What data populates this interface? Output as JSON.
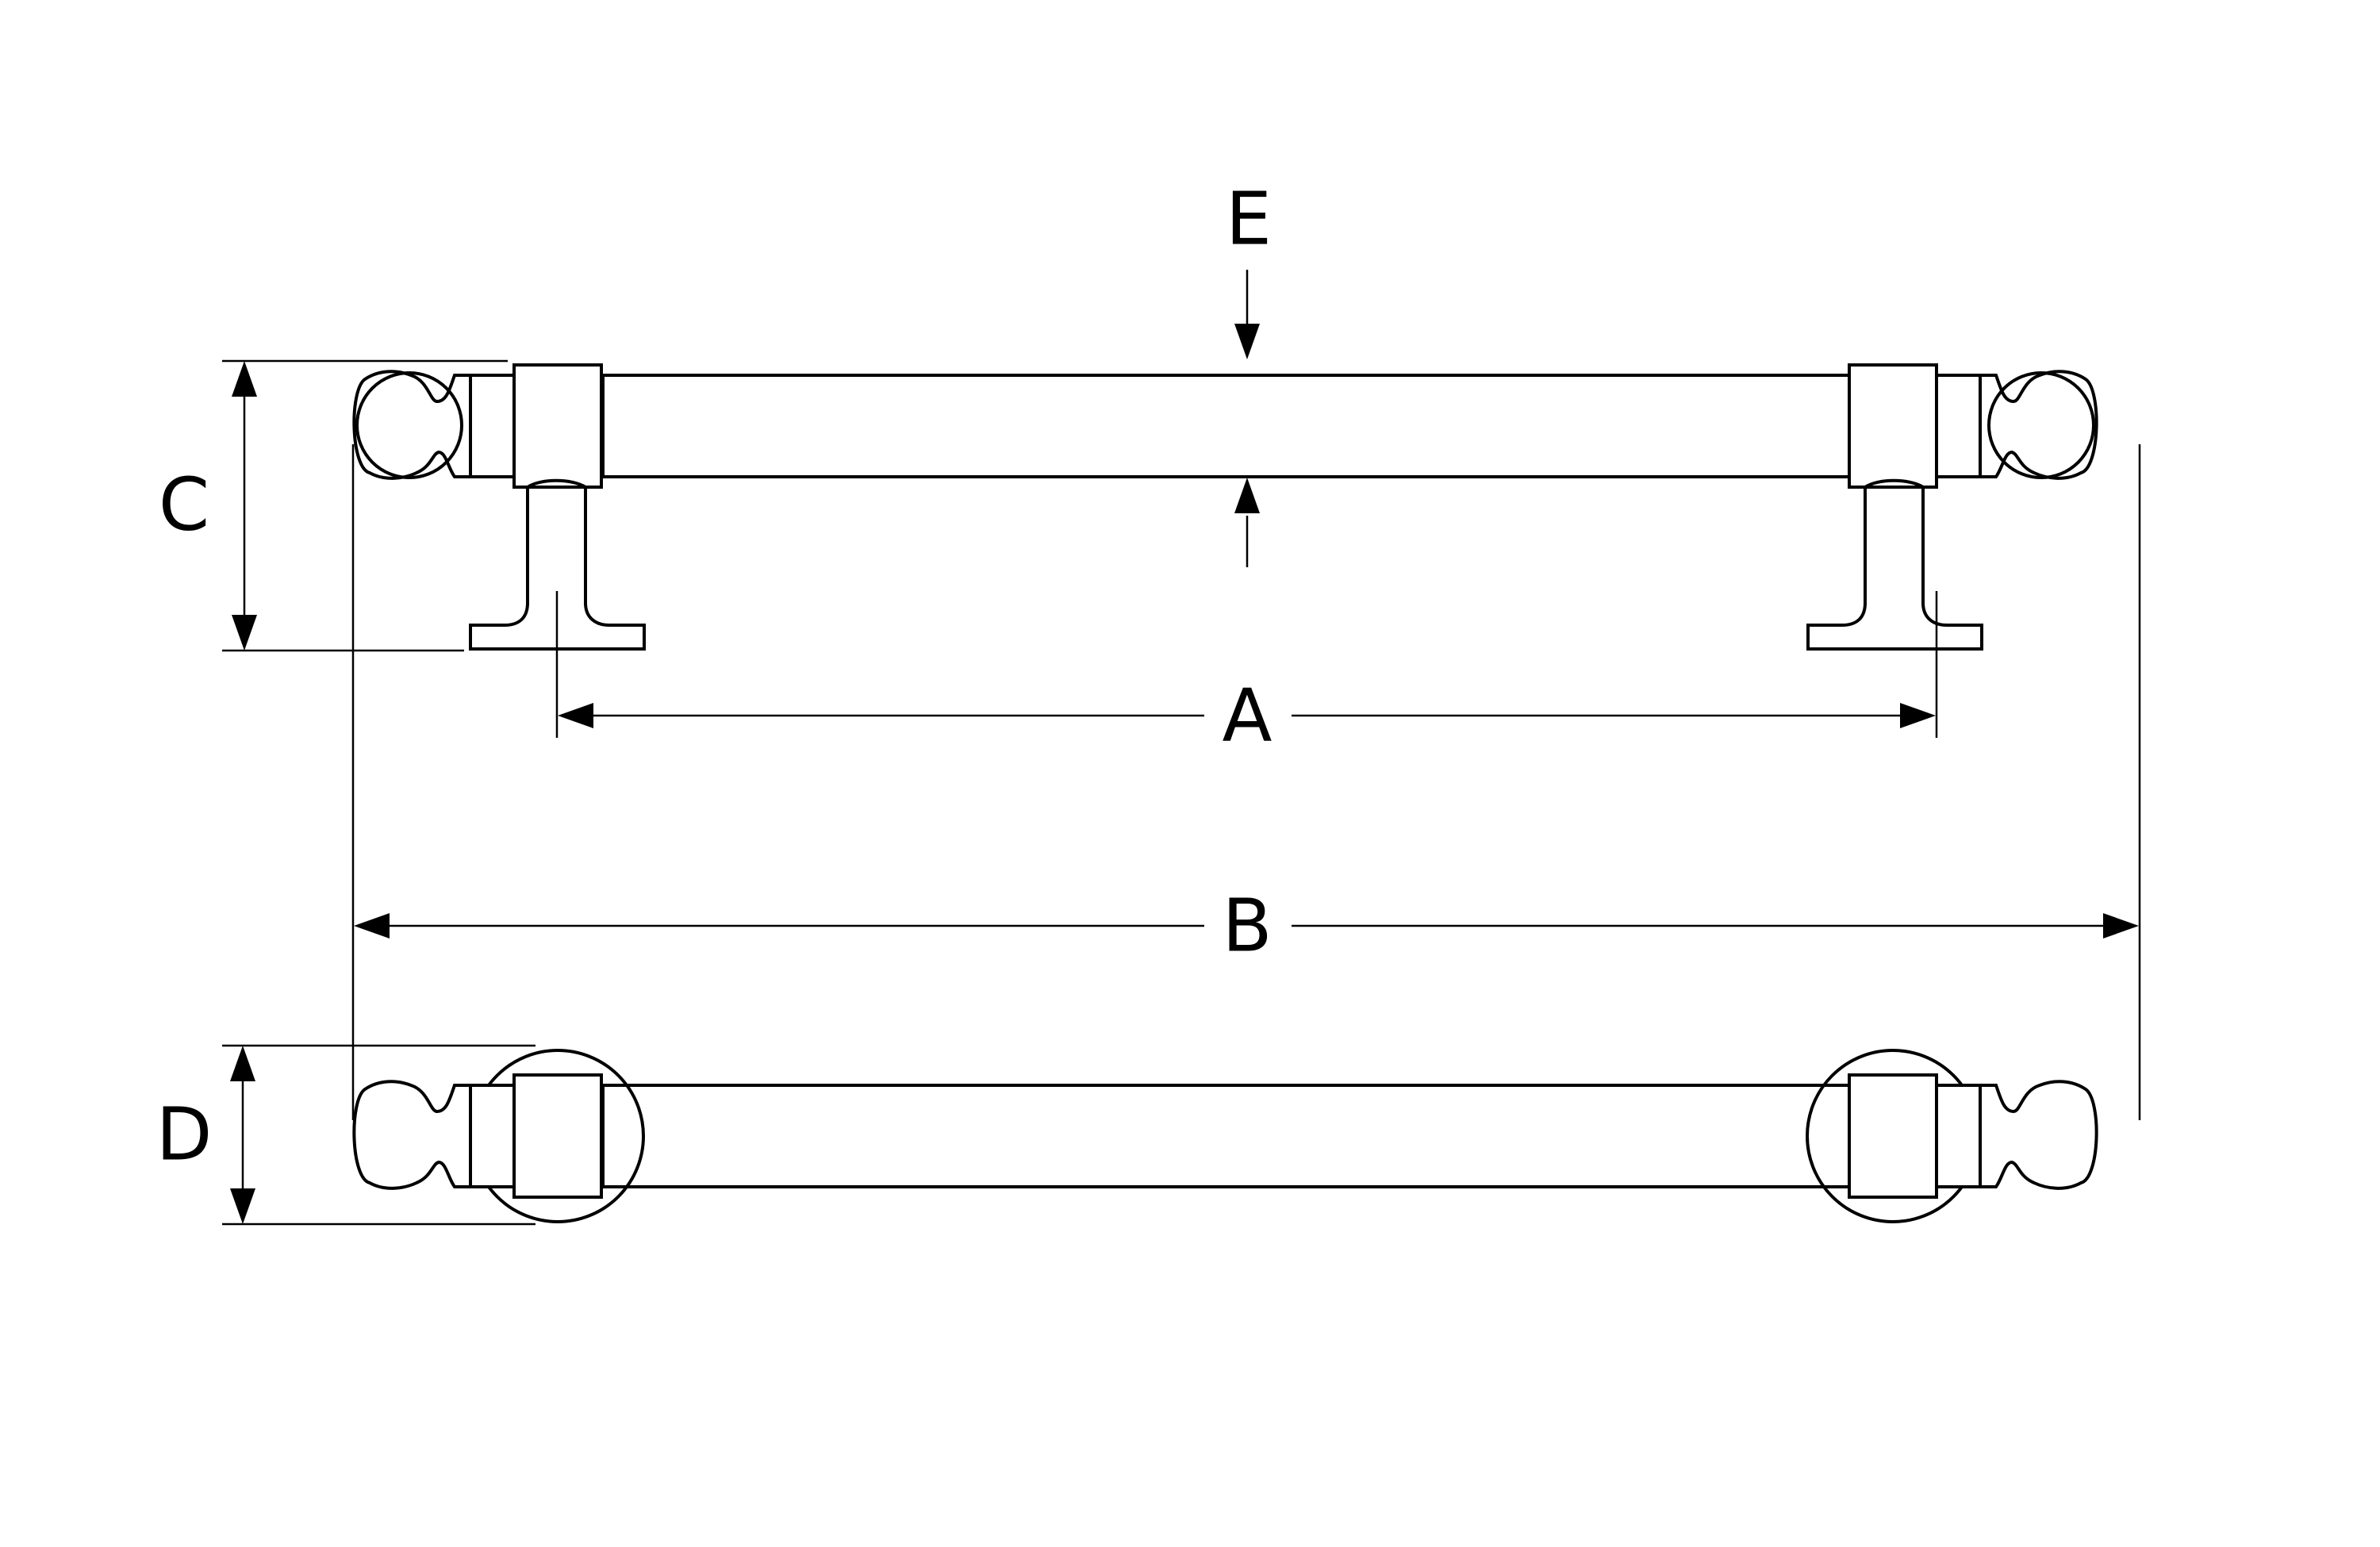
{
  "diagram": {
    "labels": {
      "a": "A",
      "b": "B",
      "c": "C",
      "d": "D",
      "e": "E"
    },
    "colors": {
      "line": "#000000",
      "background": "#ffffff"
    }
  }
}
